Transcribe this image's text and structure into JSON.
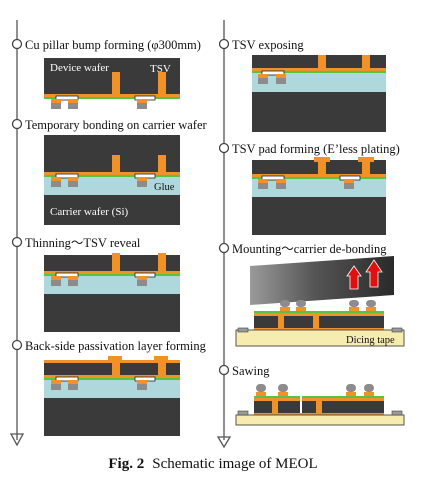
{
  "left_steps": [
    {
      "label": "Cu pillar bump forming (φ300mm)"
    },
    {
      "label": "Temporary bonding on carrier wafer"
    },
    {
      "label": "Thinning～TSV reveal"
    },
    {
      "label": "Back-side passivation layer forming"
    }
  ],
  "right_steps": [
    {
      "label": "TSV exposing"
    },
    {
      "label": "TSV pad forming (E’less plating)"
    },
    {
      "label": "Mounting～carrier de-bonding"
    },
    {
      "label": "Sawing"
    }
  ],
  "labels": {
    "device_wafer": "Device wafer",
    "tsv": "TSV",
    "glue": "Glue",
    "carrier_wafer": "Carrier wafer (Si)",
    "dicing_tape": "Dicing tape"
  },
  "caption": {
    "fig_number": "Fig. 2",
    "title": "Schematic image of MEOL"
  },
  "colors": {
    "wafer_dark": "#3a3a3a",
    "copper": "#f0922a",
    "bump": "#8c8c8c",
    "glue": "#aed8dc",
    "green_layer": "#56c442",
    "tape": "#f7ecb0",
    "arrow": "#e01010"
  }
}
